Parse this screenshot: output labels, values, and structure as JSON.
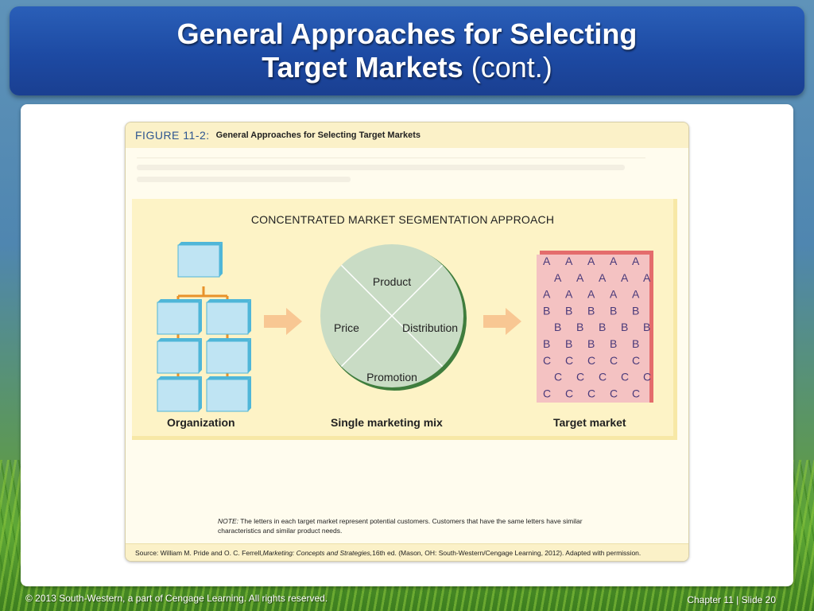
{
  "slide": {
    "title_line1": "General Approaches for Selecting",
    "title_line2_bold": "Target Markets",
    "title_line2_light": "(cont.)",
    "footer_copyright": "© 2013 South-Western, a part of Cengage Learning. All rights reserved.",
    "footer_chapter": "Chapter 11",
    "footer_separator": "|",
    "footer_slide": "Slide 20"
  },
  "figure": {
    "number": "FIGURE 11-2:",
    "title": "General Approaches for Selecting Target Markets",
    "panel_title": "CONCENTRATED MARKET SEGMENTATION APPROACH",
    "organization_label": "Organization",
    "mix_label": "Single marketing mix",
    "target_label": "Target market",
    "mix_segments": {
      "top": "Product",
      "left": "Price",
      "right": "Distribution",
      "bottom": "Promotion"
    },
    "target_grid": [
      "A A A A A",
      "A A A A A",
      "A A A A A",
      "B B B B B",
      "B B B B B",
      "B B B B B",
      "C C C C C",
      "C C C C C",
      "C C C C C"
    ],
    "note_label": "NOTE:",
    "note_text": "The letters in each target market represent potential customers. Customers that have the same letters have similar characteristics and similar product needs.",
    "source_prefix": "Source: William M. Pride and O. C. Ferrell, ",
    "source_title": "Marketing: Concepts and Strategies,",
    "source_suffix": " 16th ed. (Mason, OH: South-Western/Cengage Learning, 2012). Adapted with permission."
  },
  "colors": {
    "title_bar": "#1d4aa3",
    "org_box": "#bfe4f3",
    "org_box_edge": "#4fb6d8",
    "connector": "#e8922a",
    "arrow": "#f8c793",
    "circle_fill": "#c9dcc5",
    "circle_edge": "#3f7d3d",
    "target_fill": "#f4c2c2",
    "target_edge": "#e46c6c"
  }
}
